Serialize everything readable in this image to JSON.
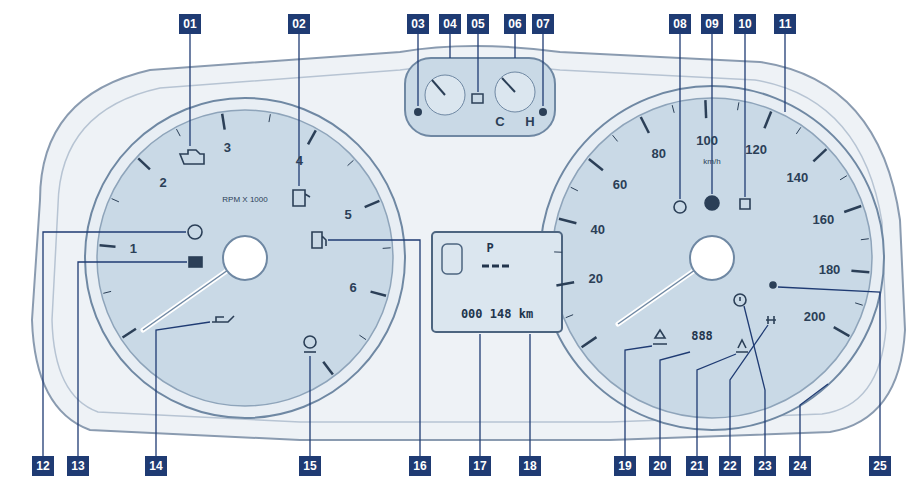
{
  "diagram": {
    "nodes": [
      {
        "text": [
          "1",
          "2",
          "3",
          "4",
          "5",
          "6",
          "RPM X 1000"
        ]
      },
      {
        "text": [
          "C",
          "H"
        ]
      },
      {
        "text": [
          "P",
          "000 148 km"
        ]
      },
      {
        "text": [
          "20",
          "40",
          "60",
          "80",
          "100",
          "120",
          "140",
          "160",
          "180",
          "200",
          "km/h",
          "888"
        ]
      }
    ],
    "labels": [
      "01",
      "02",
      "03",
      "04",
      "05",
      "06",
      "07",
      "08",
      "09",
      "10",
      "11",
      "12",
      "13",
      "14",
      "15",
      "16",
      "17",
      "18",
      "19",
      "20",
      "21",
      "22",
      "23",
      "24",
      "25"
    ]
  }
}
